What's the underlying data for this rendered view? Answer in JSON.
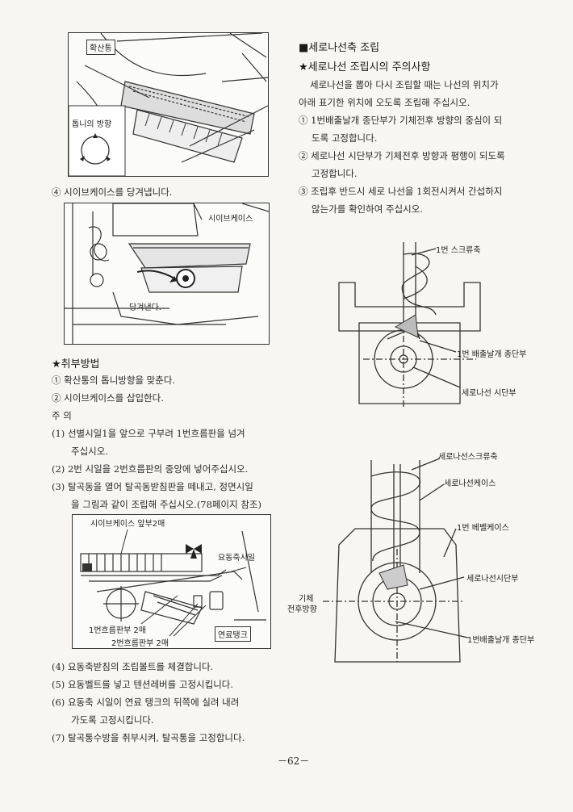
{
  "left": {
    "fig1": {
      "label_diffusion": "확산통",
      "label_direction": "톱니의 방향"
    },
    "step4": "④ 시이브케이스를 당겨냅니다.",
    "fig2": {
      "label_sieve": "시이브케이스",
      "label_pull": "당겨낸다."
    },
    "handling_title": "★취부방법",
    "handling_1": "① 확산통의 톱니방향을 맞춘다.",
    "handling_2": "② 시이브케이스를 삽입한다.",
    "notes_title": "주      의",
    "note1_a": "(1)  선별시일1을 앞으로 구부려 1번흐름판을 넘겨",
    "note1_b": "주십시오.",
    "note2": "(2)  2번 시일을 2번흐름판의 중앙에 넣어주십시오.",
    "note3_a": "(3)  탈곡동을 열어 탈곡동받침판을 떼내고, 정면시일",
    "note3_b": "을 그림과 같이 조립해 주십시오.(78페이지 참조)",
    "fig3": {
      "label_front": "시이브케이스 앞부2매",
      "label_shaker": "요동축시일",
      "label_flow1": "1번흐름판부 2매",
      "label_flow2": "2번흐름판부 2매",
      "label_fuel": "연료탱크"
    },
    "step4b": "(4)  요동축받침의 조립볼트를 체결합니다.",
    "step5": "(5)  요동벨트를 넣고 텐션레버를 고정시킵니다.",
    "step6_a": "(6)  요동축 시일이 연료 탱크의 뒤쪽에 실려 내려",
    "step6_b": "가도록 고정시킵니다.",
    "step7": "(7)  탈곡통수방을 취부시켜, 탈곡통을 고정합니다."
  },
  "right": {
    "section_title": "■세로나선축 조립",
    "caution_title": "★세로나선 조립시의 주의사항",
    "intro_a": "세로나선을 뽑아 다시 조립할 때는 나선의 위치가",
    "intro_b": "아래 표기한 위치에 오도록 조립해 주십시오.",
    "item1_a": "① 1번배출날개 종단부가 기체전후 방향의 중심이 되",
    "item1_b": "도록 고정합니다.",
    "item2_a": "② 세로나선 시단부가 기체전후 방향과 평행이 되도록",
    "item2_b": "고정합니다.",
    "item3_a": "③ 조립후 반드시 세로 나선을 1회전시켜서 간섭하지",
    "item3_b": "않는가를 확인하여 주십시오.",
    "fig_top": {
      "label_screw": "1번 스크류축",
      "label_end": "1번 배출날개 종단부",
      "label_start": "세로나선 시단부"
    },
    "fig_bottom": {
      "label_screw": "세로나선스크류축",
      "label_case": "세로나선케이스",
      "label_bevel": "1번 베벨케이스",
      "label_start": "세로나선시단부",
      "label_frame": "기체",
      "label_dir": "전후방향",
      "label_end": "1번배출날개 종단부"
    }
  },
  "page_number": "－62－"
}
